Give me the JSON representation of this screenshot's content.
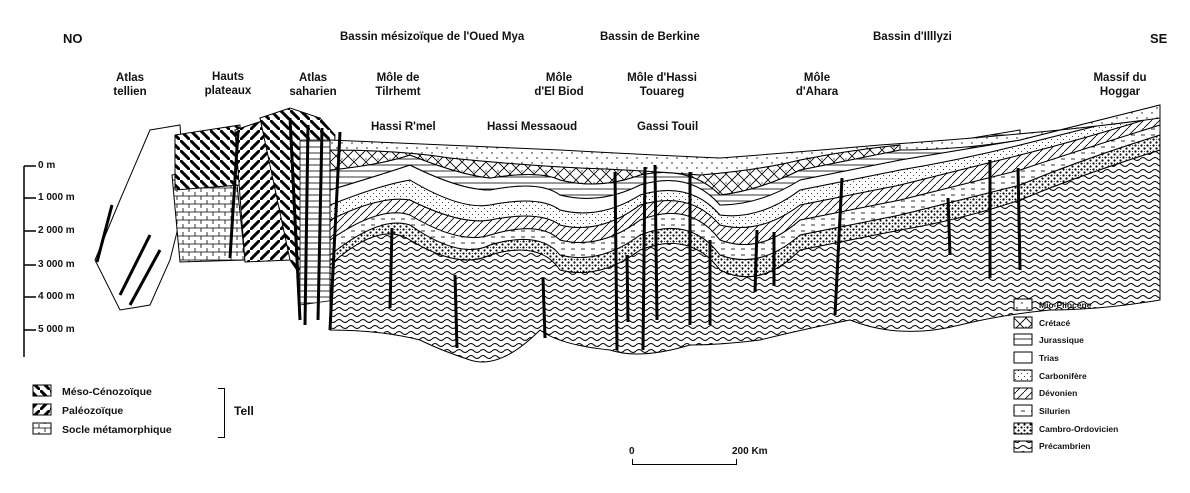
{
  "corners": {
    "left": "NO",
    "right": "SE"
  },
  "basins": [
    {
      "id": "oued-mya",
      "text": "Bassin mésizoïque de l'Oued Mya"
    },
    {
      "id": "berkine",
      "text": "Bassin de Berkine"
    },
    {
      "id": "illizi",
      "text": "Bassin d'Illlyzi"
    }
  ],
  "regions": [
    {
      "id": "atlas-tellien",
      "text": "Atlas\ntellien"
    },
    {
      "id": "hauts-plateaux",
      "text": "Hauts\nplateaux"
    },
    {
      "id": "atlas-saharien",
      "text": "Atlas\nsaharien"
    },
    {
      "id": "mole-tilrhemt",
      "text": "Môle de\nTilrhemt"
    },
    {
      "id": "mole-el-biod",
      "text": "Môle\nd'El Biod"
    },
    {
      "id": "mole-hassi-touareg",
      "text": "Môle d'Hassi\nTouareg"
    },
    {
      "id": "mole-ahara",
      "text": "Môle\nd'Ahara"
    },
    {
      "id": "massif-hoggar",
      "text": "Massif du\nHoggar"
    }
  ],
  "fields": [
    {
      "id": "hassi-rmel",
      "text": "Hassi R'mel"
    },
    {
      "id": "hassi-messaoud",
      "text": "Hassi Messaoud"
    },
    {
      "id": "gassi-touil",
      "text": "Gassi Touil"
    }
  ],
  "depth_scale": [
    "0 m",
    "1 000 m",
    "2 000 m",
    "3 000 m",
    "4 000 m",
    "5 000 m"
  ],
  "stratigraphy_legend": [
    {
      "id": "mio-pliocene",
      "label": "Mio-Pliocène",
      "pattern": "dots-sparse"
    },
    {
      "id": "cretace",
      "label": "Crétacé",
      "pattern": "crosshatch"
    },
    {
      "id": "jurassique",
      "label": "Jurassique",
      "pattern": "horizontal-lines"
    },
    {
      "id": "trias",
      "label": "Trias",
      "pattern": "blank"
    },
    {
      "id": "carbonifere",
      "label": "Carbonifère",
      "pattern": "dots-fine"
    },
    {
      "id": "devonien",
      "label": "Dévonien",
      "pattern": "diagonal"
    },
    {
      "id": "silurien",
      "label": "Silurien",
      "pattern": "dashes"
    },
    {
      "id": "cambro-ordovicien",
      "label": "Cambro-Ordovicien",
      "pattern": "dots-dense"
    },
    {
      "id": "precambrien",
      "label": "Précambrien",
      "pattern": "wavy"
    }
  ],
  "tell_legend": {
    "items": [
      {
        "id": "meso-cenozoique",
        "label": "Méso-Cénozoïque",
        "pattern": "diag-thick-back"
      },
      {
        "id": "paleozoique",
        "label": "Paléozoïque",
        "pattern": "diag-thick-fwd"
      },
      {
        "id": "socle-metamorphique",
        "label": "Socle métamorphique",
        "pattern": "brick"
      }
    ],
    "group_label": "Tell"
  },
  "scale_bar": {
    "start": "0",
    "end": "200 Km"
  }
}
